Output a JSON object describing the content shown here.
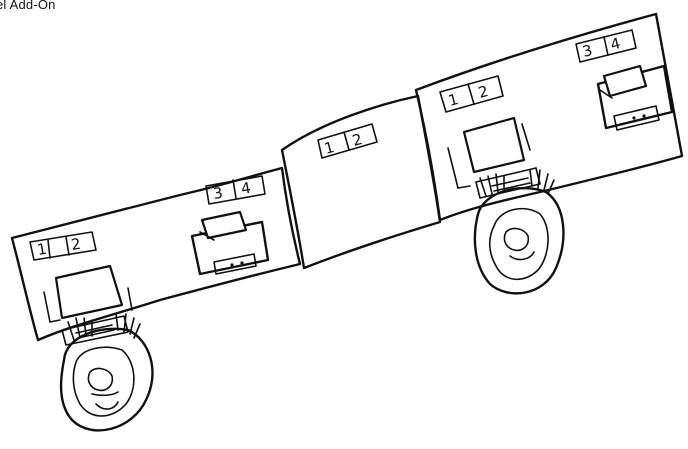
{
  "caption": "el Add-On",
  "ports": {
    "left_module_a": [
      "1",
      "2"
    ],
    "left_module_b": [
      "3",
      "4"
    ],
    "center_module": [
      "1",
      "2"
    ],
    "right_module_a": [
      "1",
      "2"
    ],
    "right_module_b": [
      "3",
      "4"
    ]
  },
  "ink_color": "#111111"
}
